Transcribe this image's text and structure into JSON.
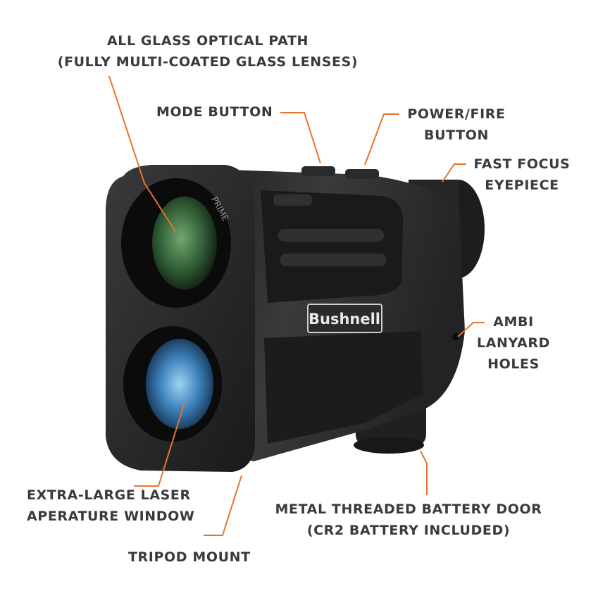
{
  "brand": {
    "name": "Bushnell",
    "model": "PRIME"
  },
  "colors": {
    "callout_line": "#e8732c",
    "label_text": "#3a3a3a",
    "body": "#2b2b2d"
  },
  "callouts": {
    "optical_path": {
      "line1": "ALL GLASS OPTICAL PATH",
      "line2": "(FULLY MULTI-COATED GLASS LENSES)"
    },
    "mode_button": {
      "line1": "MODE BUTTON"
    },
    "power_fire": {
      "line1": "POWER/FIRE",
      "line2": "BUTTON"
    },
    "eyepiece": {
      "line1": "FAST FOCUS",
      "line2": "EYEPIECE"
    },
    "lanyard": {
      "line1": "AMBI",
      "line2": "LANYARD",
      "line3": "HOLES"
    },
    "laser_window": {
      "line1": "EXTRA-LARGE LASER",
      "line2": "APERATURE WINDOW"
    },
    "battery_door": {
      "line1": "METAL THREADED BATTERY DOOR",
      "line2": "(CR2 BATTERY INCLUDED)"
    },
    "tripod": {
      "line1": "TRIPOD MOUNT"
    }
  }
}
